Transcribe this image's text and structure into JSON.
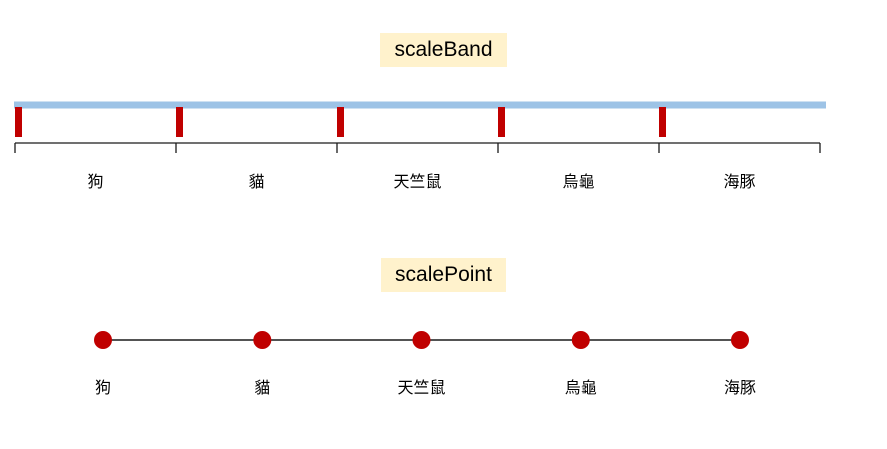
{
  "colors": {
    "title_bg": "#FFF2CC",
    "title_text": "#000000",
    "band_bar": "#9DC3E6",
    "mark_red": "#C00000",
    "axis": "#1a1a1a",
    "label_text": "#000000"
  },
  "scale_band": {
    "title": "scaleBand",
    "categories": [
      "狗",
      "貓",
      "天竺鼠",
      "烏龜",
      "海豚"
    ]
  },
  "scale_point": {
    "title": "scalePoint",
    "categories": [
      "狗",
      "貓",
      "天竺鼠",
      "烏龜",
      "海豚"
    ]
  }
}
